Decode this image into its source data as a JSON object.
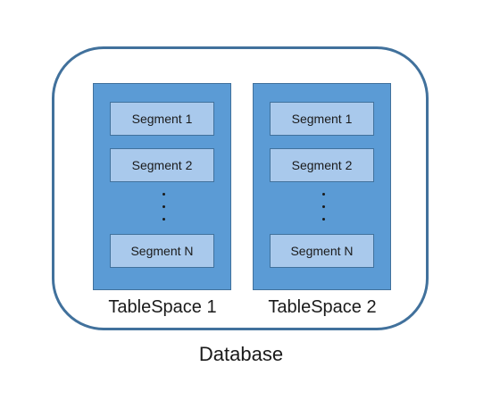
{
  "database": {
    "label": "Database",
    "border_color": "#41719c"
  },
  "tablespaces": [
    {
      "label": "TableSpace 1",
      "segments": [
        "Segment 1",
        "Segment 2",
        "Segment N"
      ]
    },
    {
      "label": "TableSpace 2",
      "segments": [
        "Segment 1",
        "Segment 2",
        "Segment N"
      ]
    }
  ],
  "colors": {
    "tablespace_fill": "#5b9bd5",
    "segment_fill": "#a9c9ec",
    "outline": "#41719c"
  }
}
